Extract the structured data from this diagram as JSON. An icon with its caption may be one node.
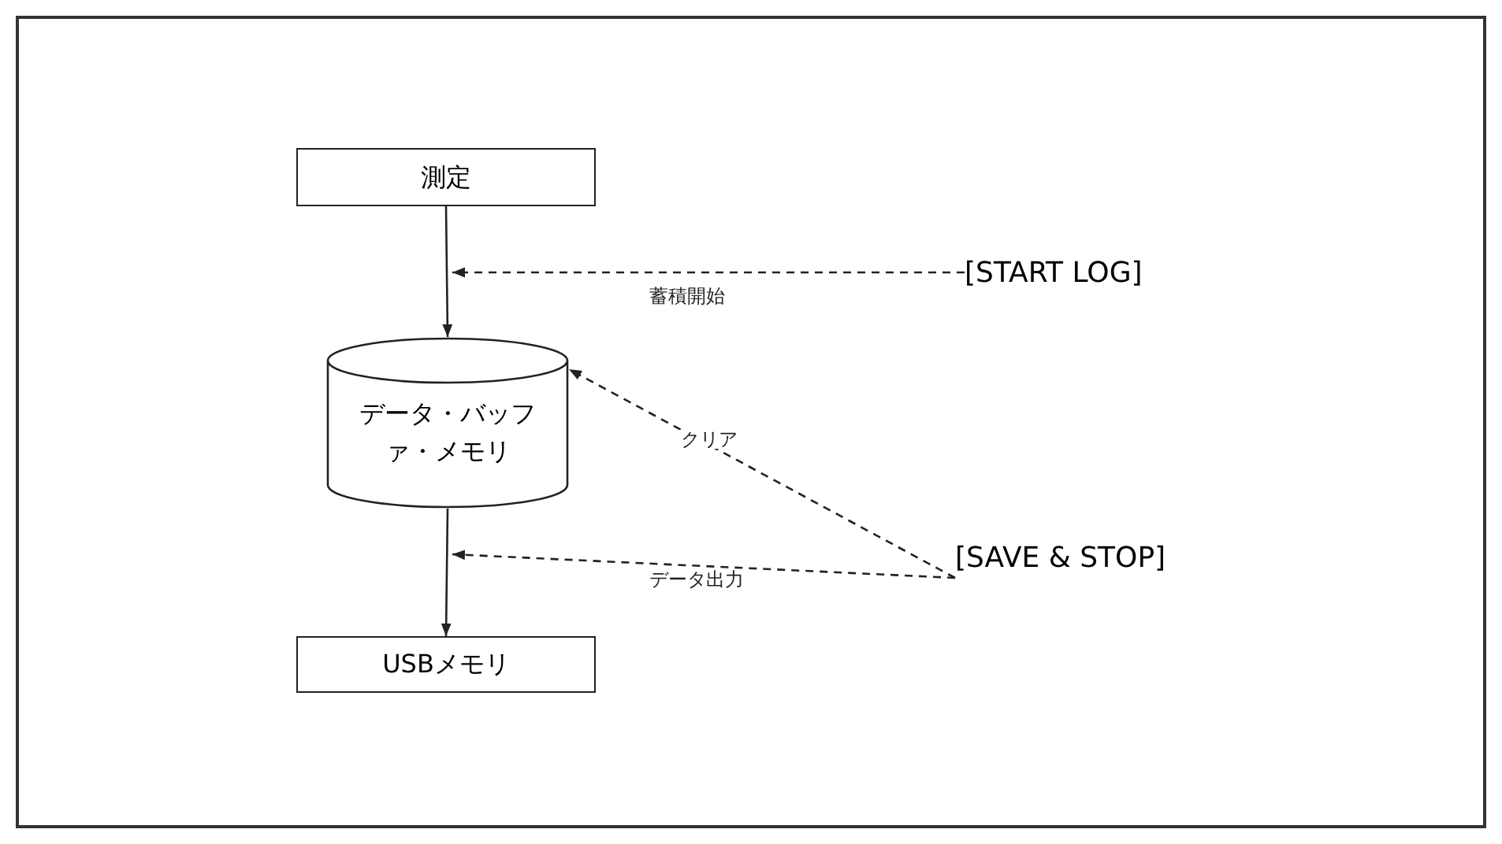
{
  "diagram": {
    "nodes": [
      {
        "text": [
          "測定"
        ]
      },
      {
        "text": [
          "データ・バッファ・メモリ"
        ]
      },
      {
        "text": [
          "USBメモリ"
        ]
      },
      {
        "text": [
          "[START LOG]"
        ]
      },
      {
        "text": [
          "[SAVE & STOP]"
        ]
      }
    ],
    "edges": [
      {
        "from": 0,
        "to": 1,
        "arrow": "to"
      },
      {
        "from": 3,
        "to": null,
        "arrow": "to",
        "style": "dashed",
        "label": "蓄積開始"
      },
      {
        "from": 4,
        "to": 1,
        "arrow": "to",
        "style": "dashed",
        "label": "クリア"
      },
      {
        "from": 4,
        "to": null,
        "arrow": "to",
        "style": "dashed",
        "label": "データ出力"
      },
      {
        "from": 1,
        "to": 2,
        "arrow": "to"
      }
    ]
  }
}
